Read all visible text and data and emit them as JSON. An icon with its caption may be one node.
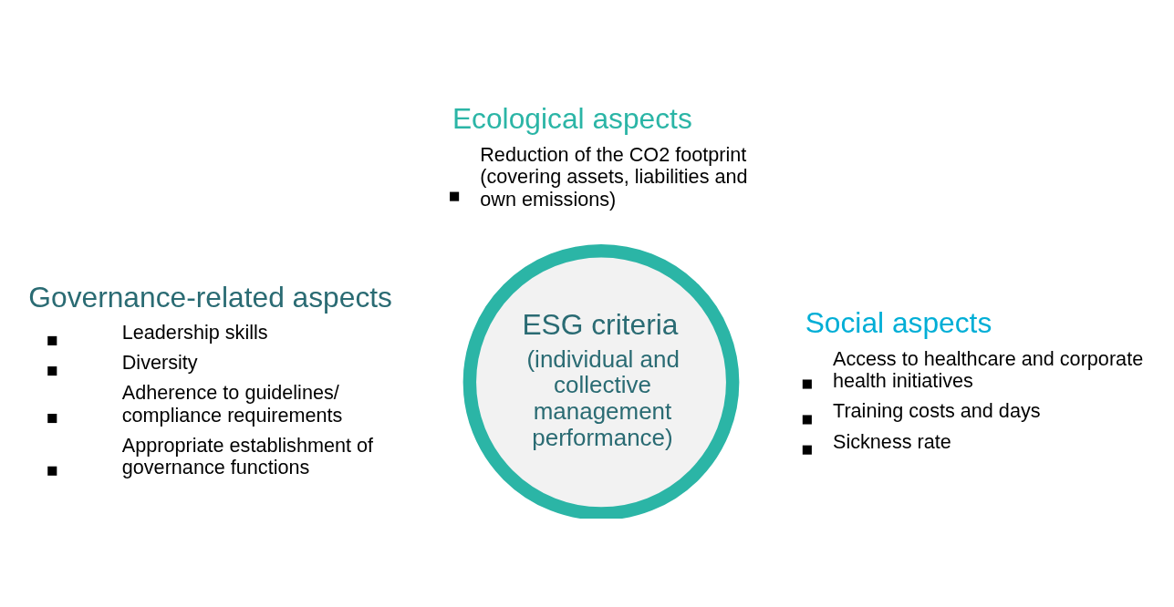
{
  "diagram": {
    "nodes": [
      {
        "text": [
          "Ecological aspects",
          "Reduction of the CO2 footprint (covering assets, liabilities and own emissions)"
        ]
      },
      {
        "text": [
          "Governance-related aspects",
          "Leadership skills",
          "Diversity",
          "Adherence to guidelines/ compliance requirements",
          "Appropriate establishment of governance functions"
        ]
      },
      {
        "text": [
          "ESG criteria",
          "(individual and collective management performance)"
        ]
      },
      {
        "text": [
          "Social aspects",
          "Access to healthcare and corporate health initiatives",
          "Training costs and days",
          "Sickness rate"
        ]
      }
    ]
  }
}
